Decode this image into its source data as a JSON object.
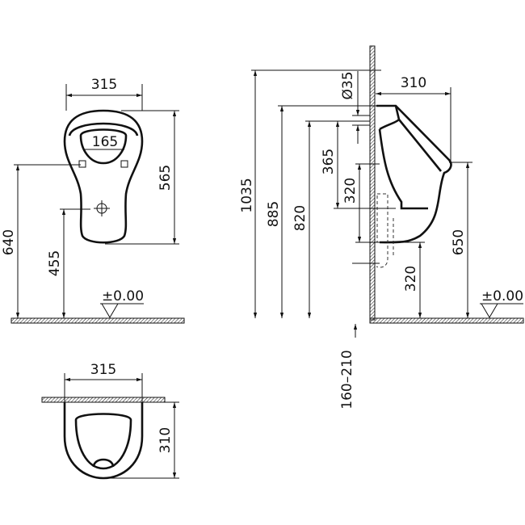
{
  "front_view": {
    "width": "315",
    "opening_width": "165",
    "height": "565",
    "bracket_height": "640",
    "outlet_height": "455",
    "floor_level": "±0.00"
  },
  "side_view": {
    "top_height": "1035",
    "rim_height": "885",
    "inlet_height": "820",
    "inlet_diameter": "Ø35",
    "depth": "310",
    "inlet_to_outlet": "365",
    "outlet_range": "320",
    "lip_height": "650",
    "bottom_height": "320",
    "floor_level": "±0.00",
    "wall_offset": "160–210"
  },
  "top_view": {
    "width": "315",
    "depth": "310"
  }
}
